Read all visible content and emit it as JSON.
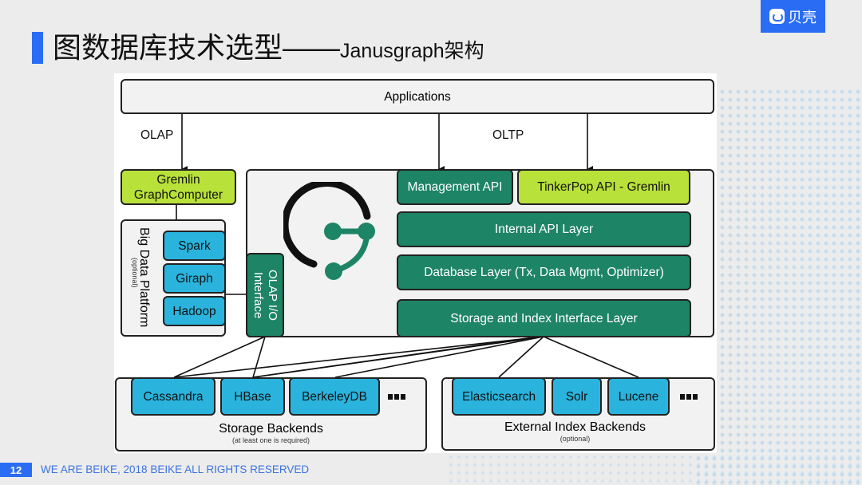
{
  "header": {
    "title_main": "图数据库技术选型——",
    "title_sub": "Janusgraph架构",
    "logo_text": "贝壳",
    "logo_icon": "beike-house-icon"
  },
  "diagram": {
    "applications": "Applications",
    "olap_label": "OLAP",
    "oltp_label": "OLTP",
    "gremlin_graphcomputer": "Gremlin GraphComputer",
    "big_data_platform": {
      "title": "Big Data Platform",
      "note": "(optional)",
      "items": [
        "Spark",
        "Giraph",
        "Hadoop"
      ]
    },
    "olap_io_interface": "OLAP I/O Interface",
    "janusgraph_logo": "janusgraph-logo-icon",
    "management_api": "Management API",
    "tinkerpop_api": "TinkerPop API - Gremlin",
    "layers": [
      "Internal API Layer",
      "Database Layer (Tx, Data Mgmt, Optimizer)",
      "Storage and Index Interface Layer"
    ],
    "storage_backends": {
      "title": "Storage Backends",
      "note": "(at least one is required)",
      "items": [
        "Cassandra",
        "HBase",
        "BerkeleyDB"
      ],
      "more": "more-icon"
    },
    "index_backends": {
      "title": "External Index Backends",
      "note": "(optional)",
      "items": [
        "Elasticsearch",
        "Solr",
        "Lucene"
      ],
      "more": "more-icon"
    }
  },
  "footer": {
    "page_number": "12",
    "text": "WE ARE BEIKE, 2018 BEIKE ALL RIGHTS RESERVED"
  },
  "colors": {
    "brand_blue": "#2a6df4",
    "teal": "#1e8466",
    "lime": "#b8e13a",
    "cyan": "#2ab4dd"
  }
}
